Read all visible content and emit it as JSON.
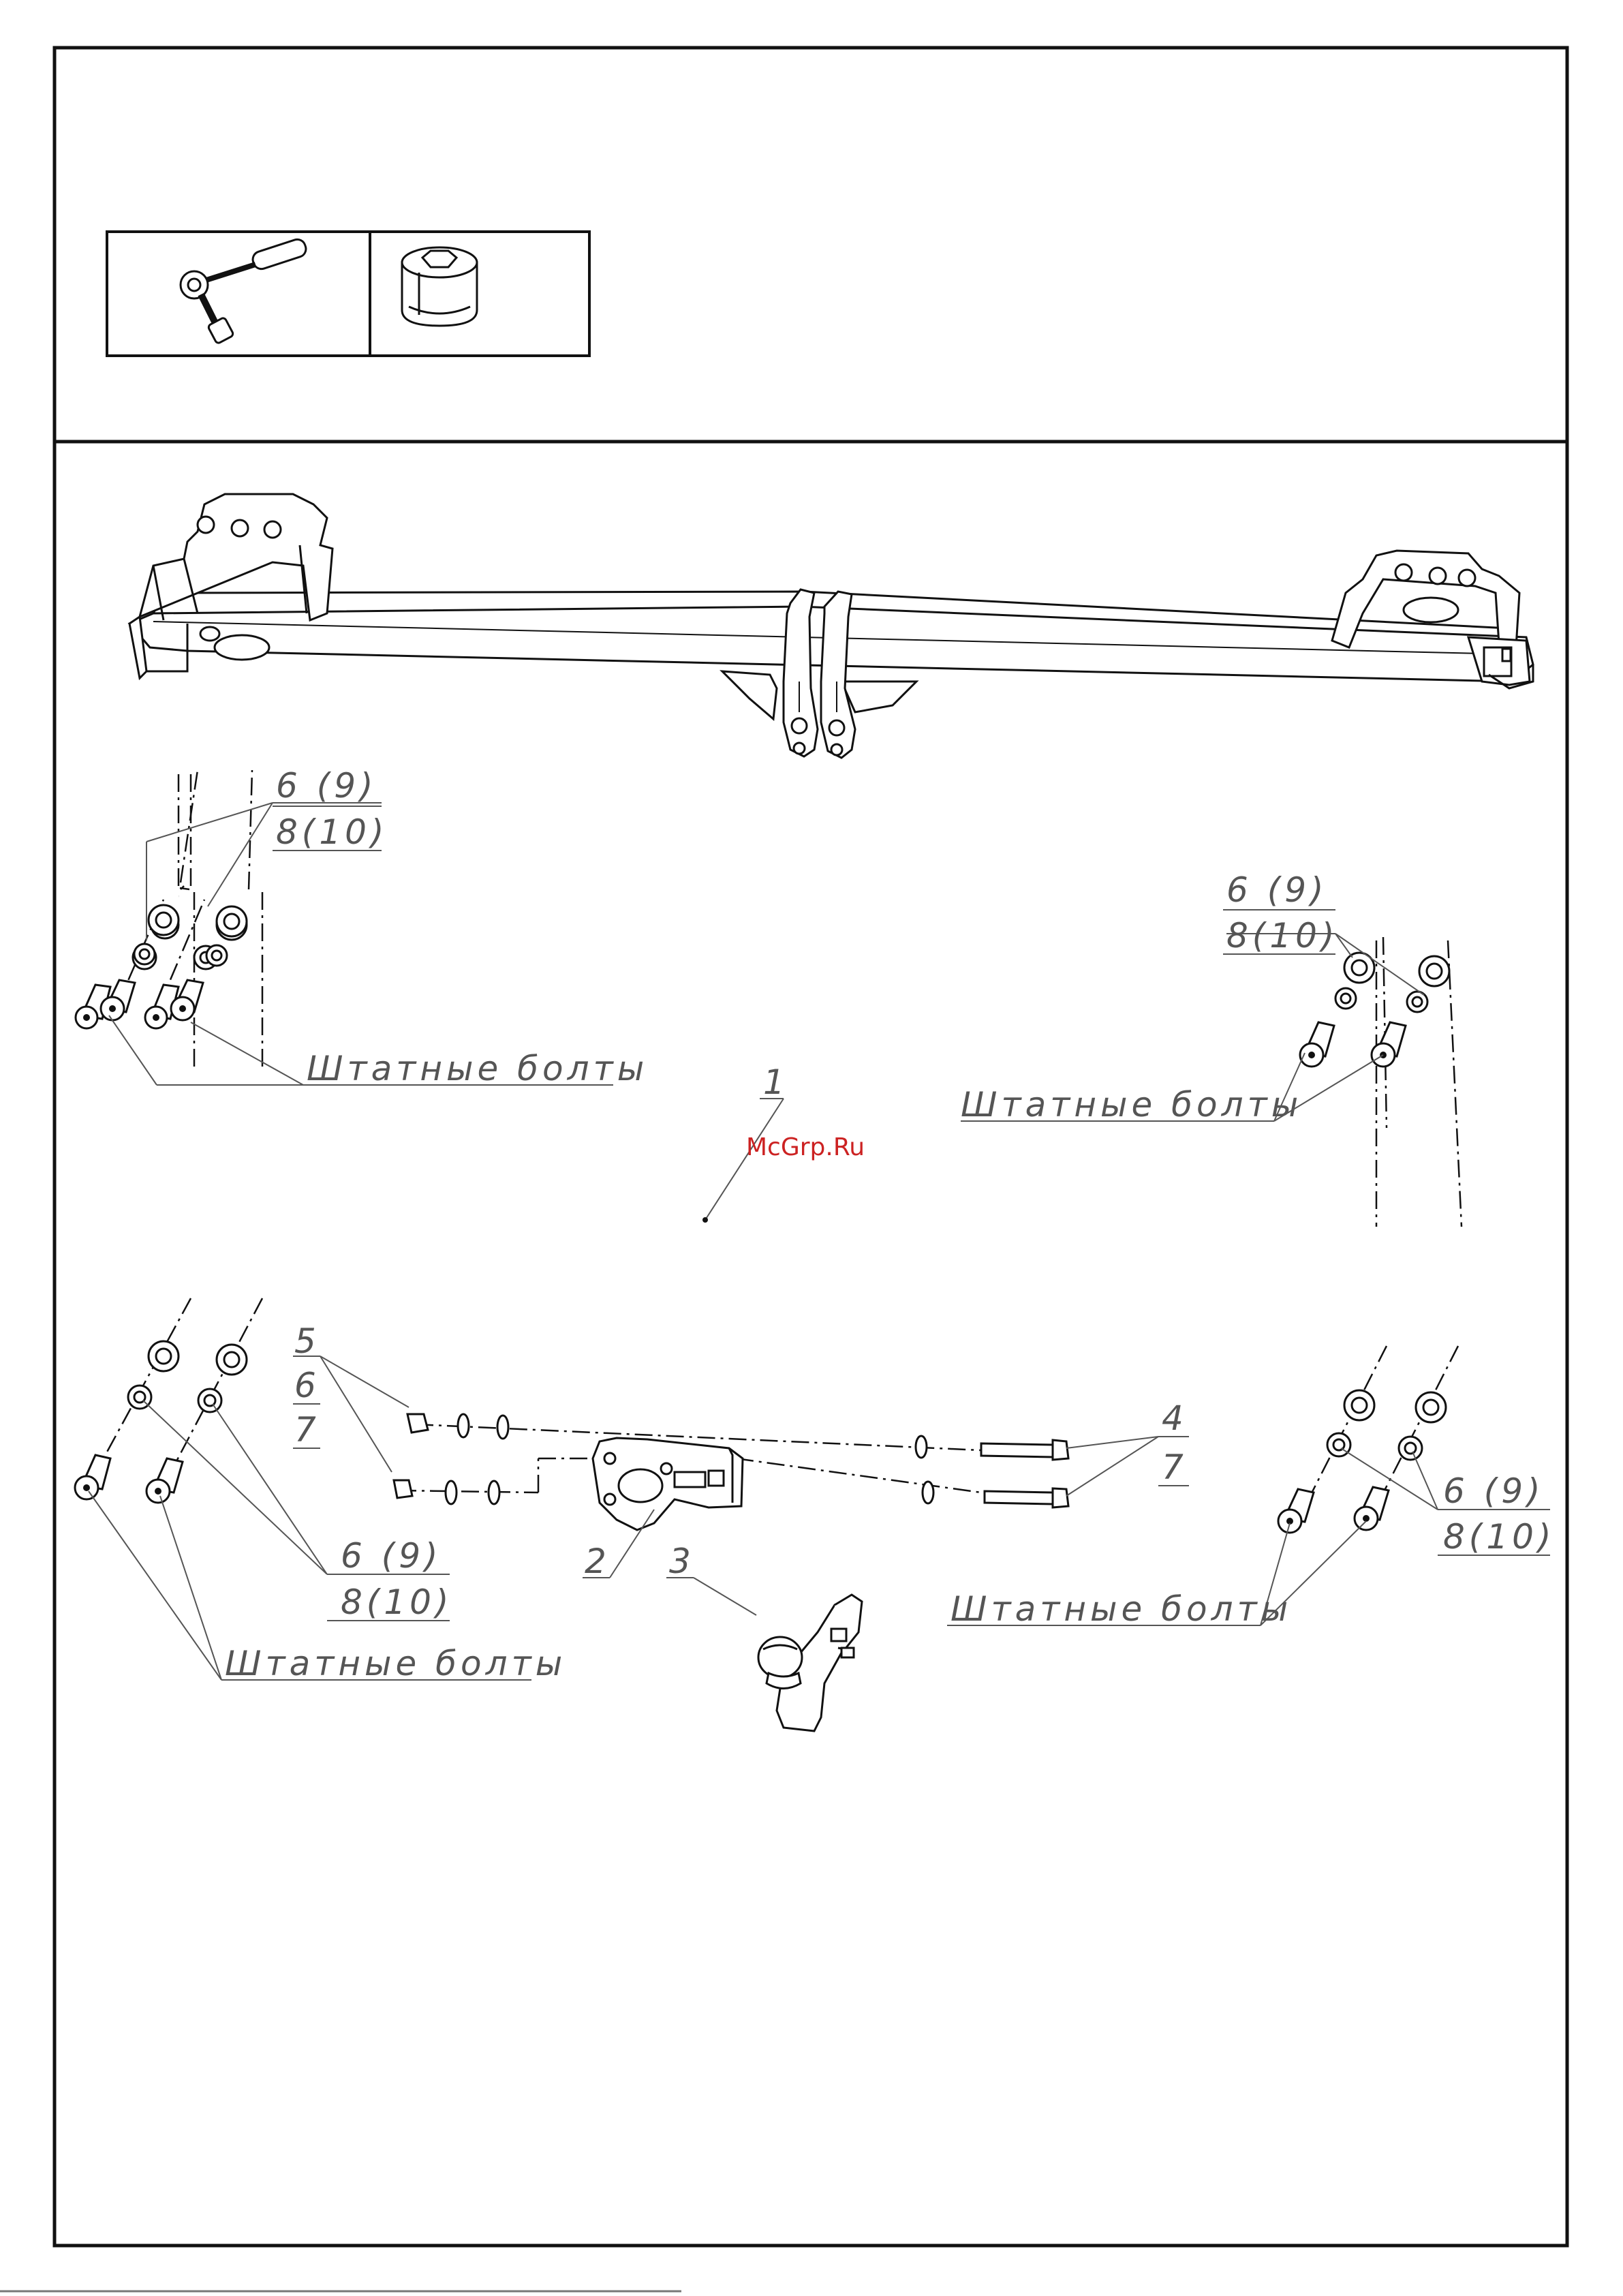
{
  "watermark": "McGrp.Ru",
  "tools": {
    "ratchet_icon": "ratchet-wrench-icon",
    "socket_icon": "socket-head-icon"
  },
  "callouts": {
    "frame": "1",
    "socket_plate": "2",
    "tow_ball": "3",
    "bolt_kit": "4",
    "nut": "5",
    "washer": "6",
    "lock_washer": "7",
    "group_top": "6 (9)",
    "group_bottom": "8(10)",
    "nuts_group_washer": "6",
    "nuts_group_lock": "7",
    "bolt_group_lock": "7"
  },
  "std_bolts": "Штатные болты",
  "labels": {
    "tl_num": "6 (9)",
    "tl_den": "8(10)",
    "tr_num": "6 (9)",
    "tr_den": "8(10)",
    "bl_num": "6 (9)",
    "bl_den": "8(10)",
    "br_num": "6 (9)",
    "br_den": "8(10)",
    "bolts_tl": "Штатные болты",
    "bolts_tr": "Штатные болты",
    "bolts_bl": "Штатные болты",
    "bolts_br": "Штатные болты"
  }
}
